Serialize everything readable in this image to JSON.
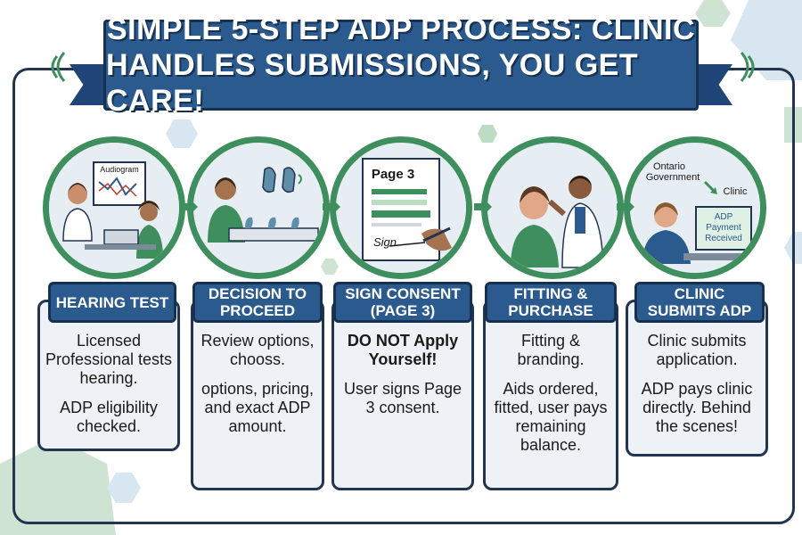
{
  "title": {
    "line1": "SIMPLE 5-STEP ADP PROCESS: CLINIC",
    "line2": "HANDLES SUBMISSIONS, YOU GET CARE!"
  },
  "colors": {
    "banner": "#2b5a8e",
    "ring": "#3f8f5e",
    "outline": "#22344f",
    "card": "#eef2f6"
  },
  "steps": [
    {
      "heading": [
        "HEARING TEST"
      ],
      "body": [
        {
          "text": "Licensed Professional tests hearing.",
          "bold": false
        },
        {
          "text": "ADP eligibility checked.",
          "bold": false
        }
      ],
      "illustration": {
        "label": "Audiogram"
      }
    },
    {
      "heading": [
        "DECISION TO",
        "PROCEED"
      ],
      "body": [
        {
          "text": "Review options, chooss.",
          "bold": false
        },
        {
          "text": "options, pricing, and exact ADP amount.",
          "bold": false
        }
      ],
      "illustration": {}
    },
    {
      "heading": [
        "SIGN CONSENT",
        "(PAGE 3)"
      ],
      "body": [
        {
          "text": "DO NOT Apply Yourself!",
          "bold": true
        },
        {
          "text": "User signs Page 3 consent.",
          "bold": false
        }
      ],
      "illustration": {
        "label": "Page 3",
        "signature": "Sign"
      }
    },
    {
      "heading": [
        "FITTING &",
        "PURCHASE"
      ],
      "body": [
        {
          "text": "Fitting & branding.",
          "bold": false
        },
        {
          "text": "Aids ordered, fitted, user pays remaining balance.",
          "bold": false
        }
      ],
      "illustration": {}
    },
    {
      "heading": [
        "CLINIC",
        "SUBMITS ADP"
      ],
      "body": [
        {
          "text": "Clinic submits application.",
          "bold": false
        },
        {
          "text": "ADP pays clinic directly. Behind the scenes!",
          "bold": false
        }
      ],
      "illustration": {
        "label1": "Ontario",
        "label2": "Government",
        "label3": "Clinic",
        "screen1": "ADP",
        "screen2": "Payment",
        "screen3": "Received"
      }
    }
  ]
}
